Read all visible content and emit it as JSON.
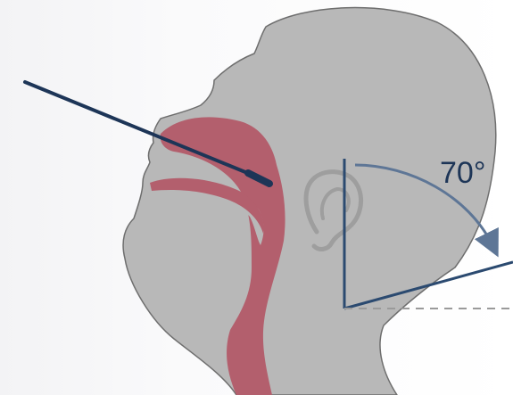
{
  "diagram": {
    "angle_label": "70°",
    "colors": {
      "head_fill": "#b8b8b8",
      "head_stroke": "#6e6e6e",
      "airway_fill": "#b35f6d",
      "swab_color": "#1d3557",
      "guide_line_color": "#2b4a70",
      "arc_color": "#5e7696",
      "dashed_line_color": "#9a9a9a"
    },
    "icons": [
      "swab-stick",
      "ear-outline",
      "angle-arc-arrow"
    ]
  }
}
